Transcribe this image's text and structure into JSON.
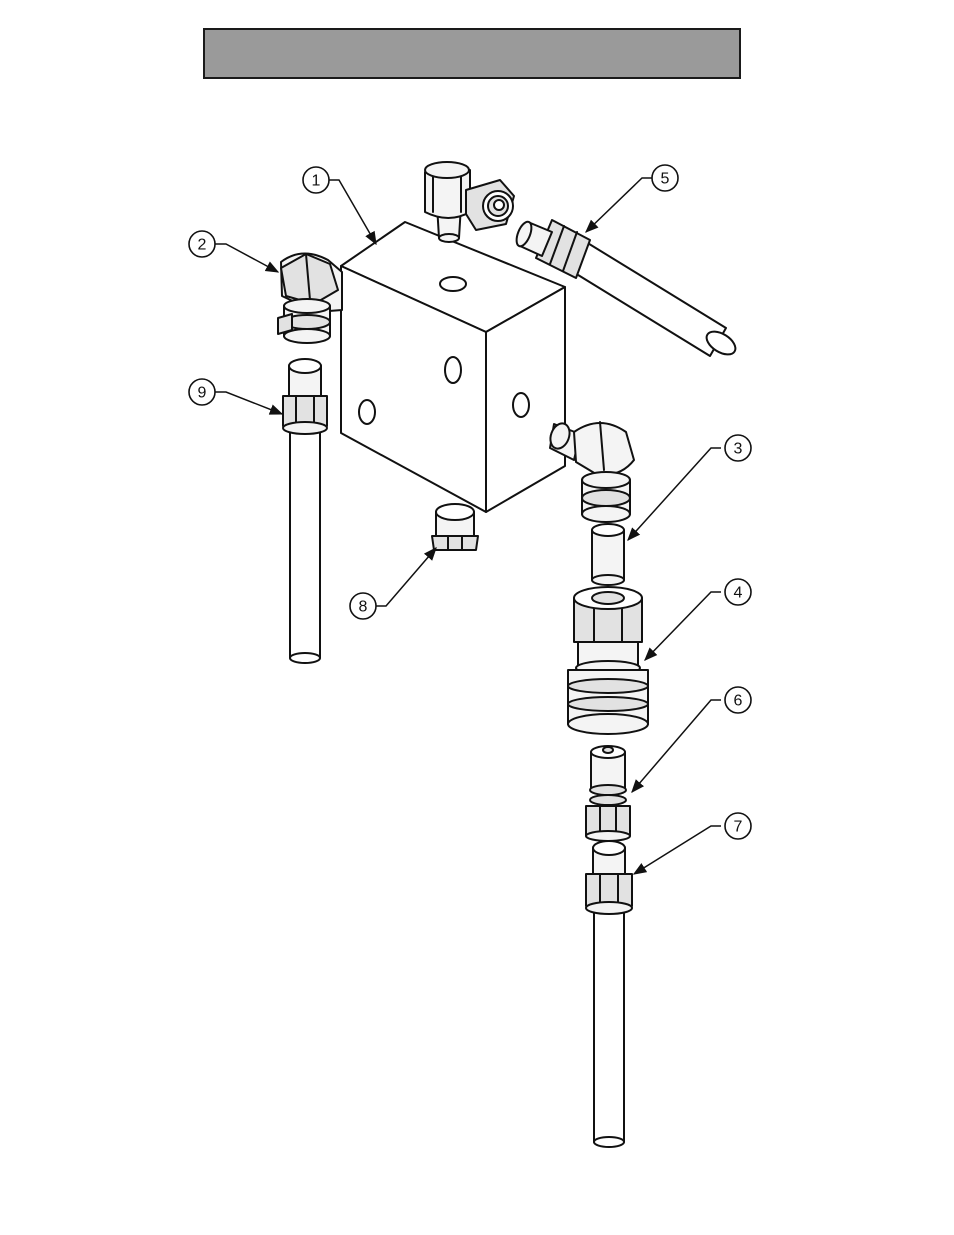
{
  "header": {
    "title": "",
    "fill_color": "#9a9a9a",
    "border_color": "#1a1a1a"
  },
  "diagram": {
    "line_color": "#111111",
    "callouts": [
      {
        "id": "callout-1",
        "label": "1"
      },
      {
        "id": "callout-2",
        "label": "2"
      },
      {
        "id": "callout-3",
        "label": "3"
      },
      {
        "id": "callout-4",
        "label": "4"
      },
      {
        "id": "callout-5",
        "label": "5"
      },
      {
        "id": "callout-6",
        "label": "6"
      },
      {
        "id": "callout-7",
        "label": "7"
      },
      {
        "id": "callout-8",
        "label": "8"
      },
      {
        "id": "callout-9",
        "label": "9"
      }
    ]
  }
}
